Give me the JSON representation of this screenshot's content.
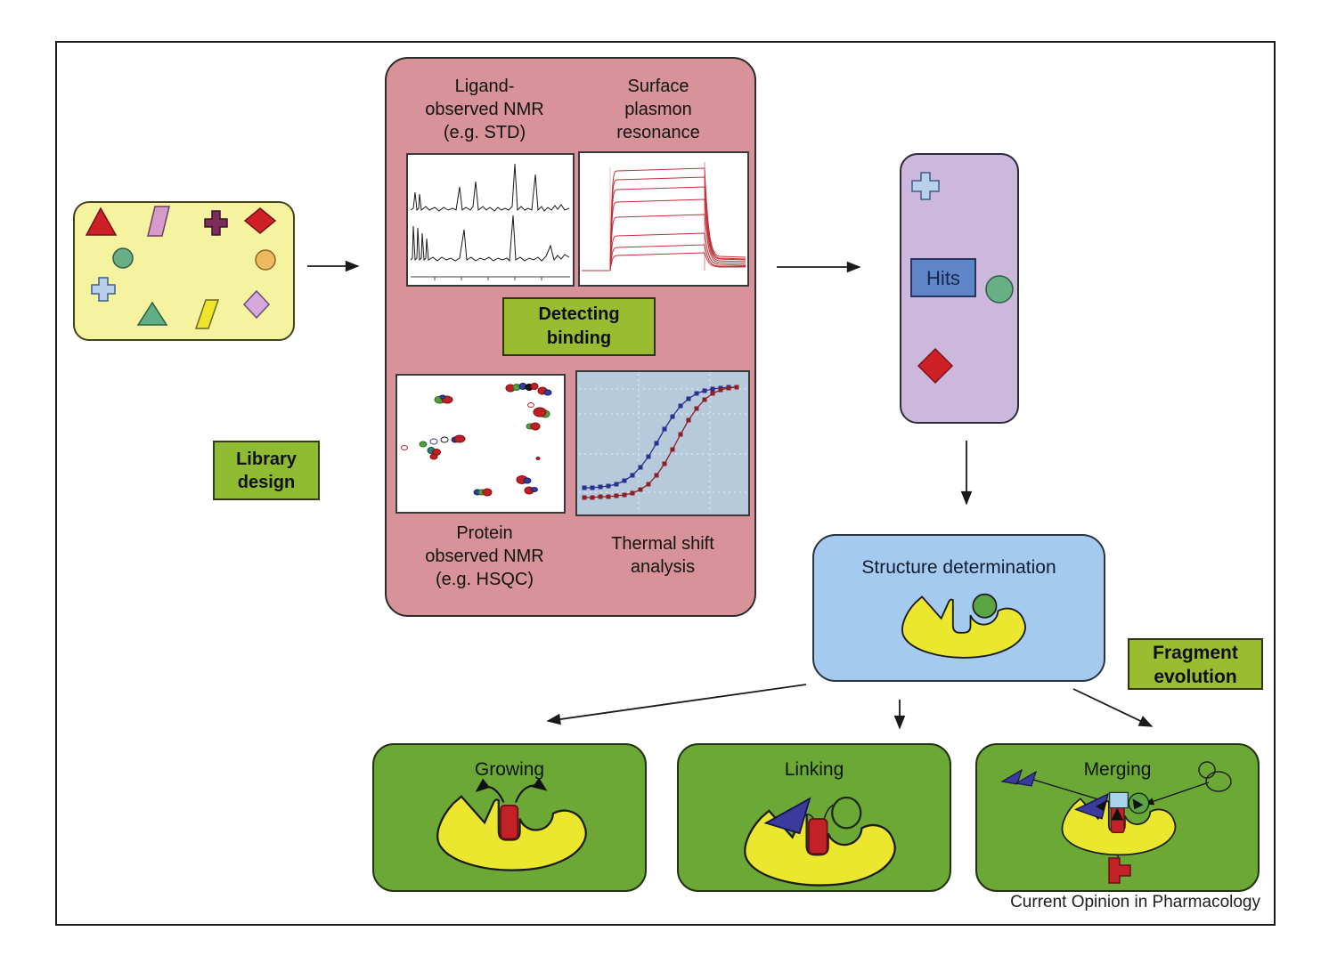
{
  "figure": {
    "caption": "Current Opinion in Pharmacology"
  },
  "library_design": {
    "label_lines": [
      "Library",
      "design"
    ]
  },
  "detecting_binding": {
    "label_lines": [
      "Detecting",
      "binding"
    ],
    "methods": {
      "ligand_nmr_lines": [
        "Ligand-",
        "observed NMR",
        "(e.g. STD)"
      ],
      "spr_lines": [
        "Surface",
        "plasmon",
        "resonance"
      ],
      "protein_nmr_lines": [
        "Protein",
        "observed NMR",
        "(e.g. HSQC)"
      ],
      "thermal_lines": [
        "Thermal shift",
        "analysis"
      ]
    }
  },
  "hits": {
    "label": "Hits"
  },
  "structure_determination": {
    "label": "Structure determination"
  },
  "fragment_evolution": {
    "label_lines": [
      "Fragment",
      "evolution"
    ]
  },
  "strategies": {
    "growing": "Growing",
    "linking": "Linking",
    "merging": "Merging"
  },
  "colors": {
    "library_bg": "#F6F3A0",
    "green_label_bg": "#99BC30",
    "detect_panel_bg": "#D79399",
    "hits_panel_bg": "#CDB8DD",
    "hits_rect_bg": "#5F86C8",
    "structure_bg": "#A4CAEF",
    "strategy_bg": "#6BA836",
    "protein_blob": "#EAE72E",
    "fragment_red": "#C22127",
    "fragment_navy": "#3B3B9E",
    "fragment_green": "#5AA443"
  }
}
